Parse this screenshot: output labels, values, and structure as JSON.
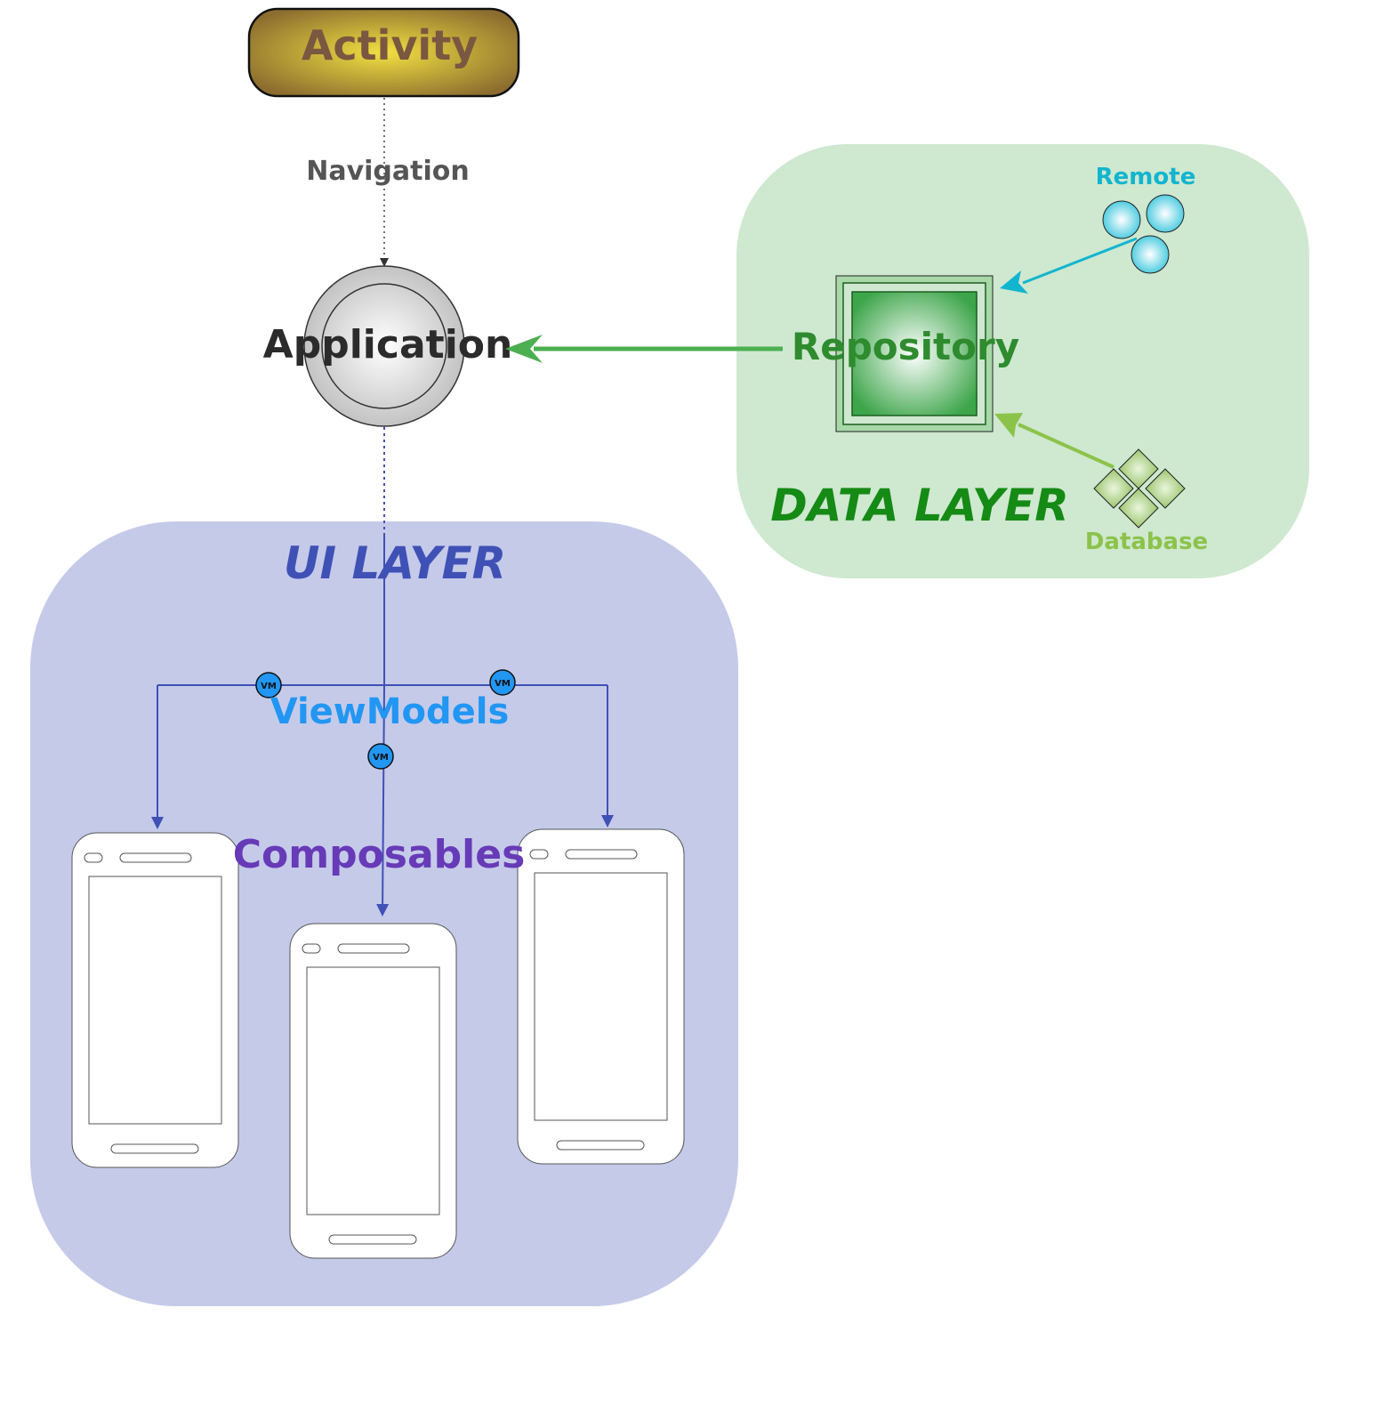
{
  "nodes": {
    "activity": "Activity",
    "navigation": "Navigation",
    "application": "Application",
    "repository": "Repository",
    "remote": "Remote",
    "database": "Database",
    "view_models": "ViewModels",
    "composables": "Composables",
    "vm_badge": "VM"
  },
  "layers": {
    "ui": "UI LAYER",
    "data": "DATA LAYER"
  },
  "colors": {
    "activity_text": "#7a5740",
    "activity_fill": "#e6c437",
    "ui_layer": "#c5cae9",
    "ui_text": "#3f51b5",
    "data_layer": "#cfe8d0",
    "data_text": "#158a15",
    "repository_text": "#2e8b2e",
    "remote": "#12b5cf",
    "database": "#8bc34a",
    "view_models": "#2196f3",
    "composables": "#673ab7",
    "arrow_green": "#4caf50",
    "arrow_blue": "#3f51b5"
  }
}
